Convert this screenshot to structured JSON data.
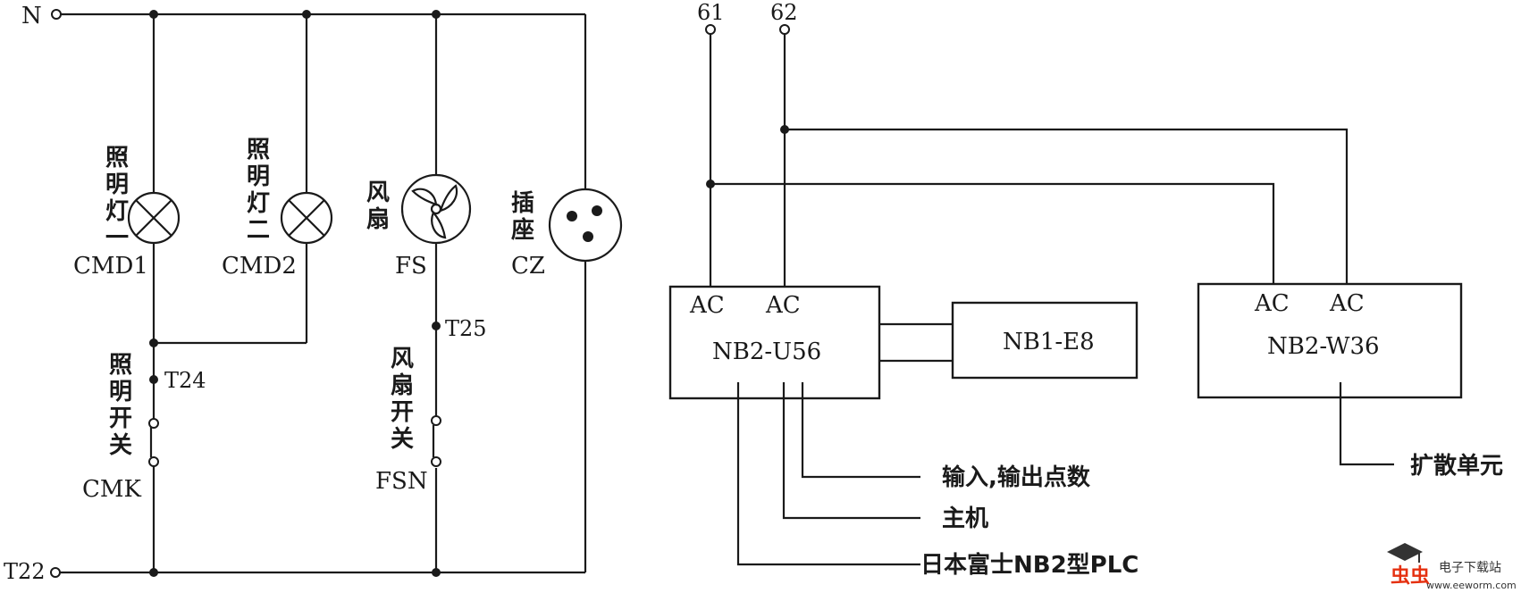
{
  "left_circuit": {
    "n_label": "N",
    "t22_label": "T22",
    "lamp1": {
      "name_lines": [
        "照",
        "明",
        "灯",
        "一"
      ],
      "code": "CMD1"
    },
    "lamp2": {
      "name_lines": [
        "照",
        "明",
        "灯",
        "二"
      ],
      "code": "CMD2"
    },
    "fan": {
      "name_lines": [
        "风",
        "扇"
      ],
      "code": "FS"
    },
    "socket": {
      "name_lines": [
        "插",
        "座"
      ],
      "code": "CZ"
    },
    "light_switch": {
      "name_lines": [
        "照",
        "明",
        "开",
        "关"
      ],
      "code": "CMK",
      "terminal": "T24"
    },
    "fan_switch": {
      "name_lines": [
        "风",
        "扇",
        "开",
        "关"
      ],
      "code": "FSN",
      "terminal": "T25"
    }
  },
  "right_circuit": {
    "terminal_61": "61",
    "terminal_62": "62",
    "main_unit": {
      "ac1": "AC",
      "ac2": "AC",
      "model": "NB2-U56"
    },
    "expansion_e8": {
      "model": "NB1-E8"
    },
    "diffusion_unit": {
      "ac1": "AC",
      "ac2": "AC",
      "model": "NB2-W36"
    },
    "callouts": {
      "io_points": "输入,输出点数",
      "host": "主机",
      "plc_type": "日本富士NB2型PLC",
      "diffusion": "扩散单元"
    }
  },
  "watermark": {
    "brand": "虫虫",
    "subtitle": "电子下载站",
    "url": "www.eeworm.com"
  }
}
